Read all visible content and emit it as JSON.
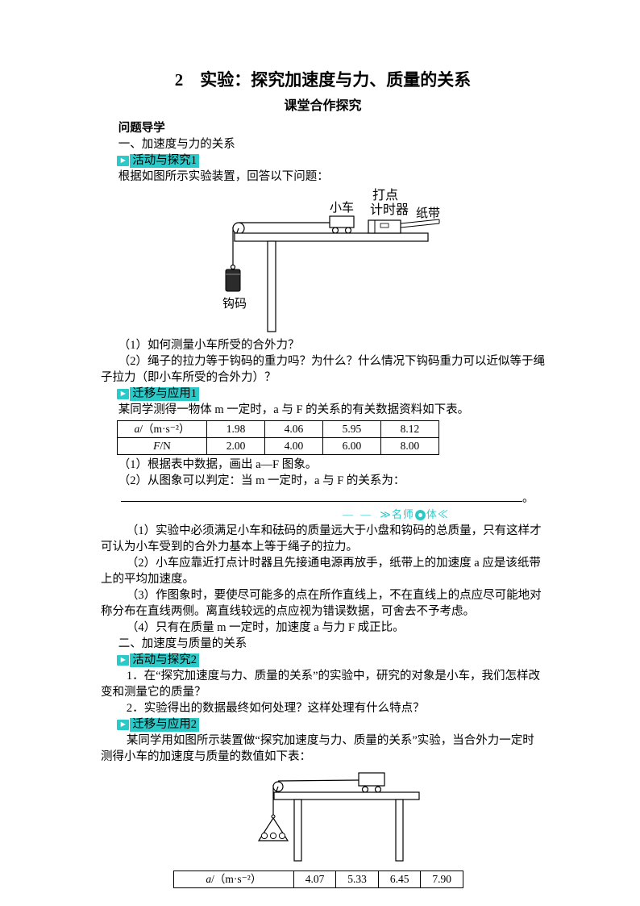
{
  "page": {
    "title": "2　实验：探究加速度与力、质量的关系",
    "subtitle": "课堂合作探究",
    "guide_label": "问题导学"
  },
  "colors": {
    "accent": "#2cc9c9"
  },
  "icons": {
    "tag_arrow": "▶"
  },
  "section1": {
    "heading": "一、加速度与力的关系",
    "activity_label": "活动与探究1",
    "intro": "根据如图所示实验装置，回答以下问题：",
    "q1": "（1）如何测量小车所受的合外力？",
    "q2": "（2）绳子的拉力等于钩码的重力吗？为什么？什么情况下钩码重力可以近似等于绳子拉力（即小车所受的合外力）？",
    "transfer_label": "迁移与应用1",
    "transfer_intro": "某同学测得一物体 m 一定时，a 与 F 的关系的有关数据资料如下表。",
    "after_table_q1": "（1）根据表中数据，画出 a—F 图象。",
    "after_table_q2": "（2）从图象可以判定：当 m 一定时，a 与 F 的关系为：",
    "blank_suffix": "。"
  },
  "diagram1": {
    "cart_label": "小车",
    "timer_label_line1": "打点",
    "timer_label_line2": "计时器",
    "tape_label": "纸带",
    "weight_label": "钩码"
  },
  "table1": {
    "rows": [
      {
        "var": "a",
        "unit": "/（m·s⁻²）",
        "values": [
          "1.98",
          "4.06",
          "5.95",
          "8.12"
        ]
      },
      {
        "var": "F",
        "unit": "/N",
        "values": [
          "2.00",
          "4.00",
          "6.00",
          "8.00"
        ]
      }
    ]
  },
  "watermark": {
    "dashes": "— —",
    "prefix": "≫",
    "brand": "名师",
    "suffix": "体≪"
  },
  "notes": [
    "（1）实验中必须满足小车和砝码的质量远大于小盘和钩码的总质量，只有这样才可认为小车受到的合外力基本上等于绳子的拉力。",
    "（2）小车应靠近打点计时器且先接通电源再放手，纸带上的加速度 a 应是该纸带上的平均加速度。",
    "（3）作图象时，要使尽可能多的点在所作直线上，不在直线上的点应尽可能地对称分布在直线两侧。离直线较远的点应视为错误数据，可舍去不予考虑。",
    "（4）只有在质量 m 一定时，加速度 a 与力 F 成正比。"
  ],
  "section2": {
    "heading": "二、加速度与质量的关系",
    "activity_label": "活动与探究2",
    "q1": "1．在“探究加速度与力、质量的关系”的实验中，研究的对象是小车，我们怎样改变和测量它的质量？",
    "q2": "2．实验得出的数据最终如何处理？这样处理有什么特点？",
    "transfer_label": "迁移与应用2",
    "transfer_intro": "某同学用如图所示装置做“探究加速度与力、质量的关系”实验，当合外力一定时测得小车的加速度与质量的数值如下表："
  },
  "table2": {
    "row": {
      "var": "a",
      "unit": "/（m·s⁻²）",
      "values": [
        "4.07",
        "5.33",
        "6.45",
        "7.90"
      ]
    }
  }
}
